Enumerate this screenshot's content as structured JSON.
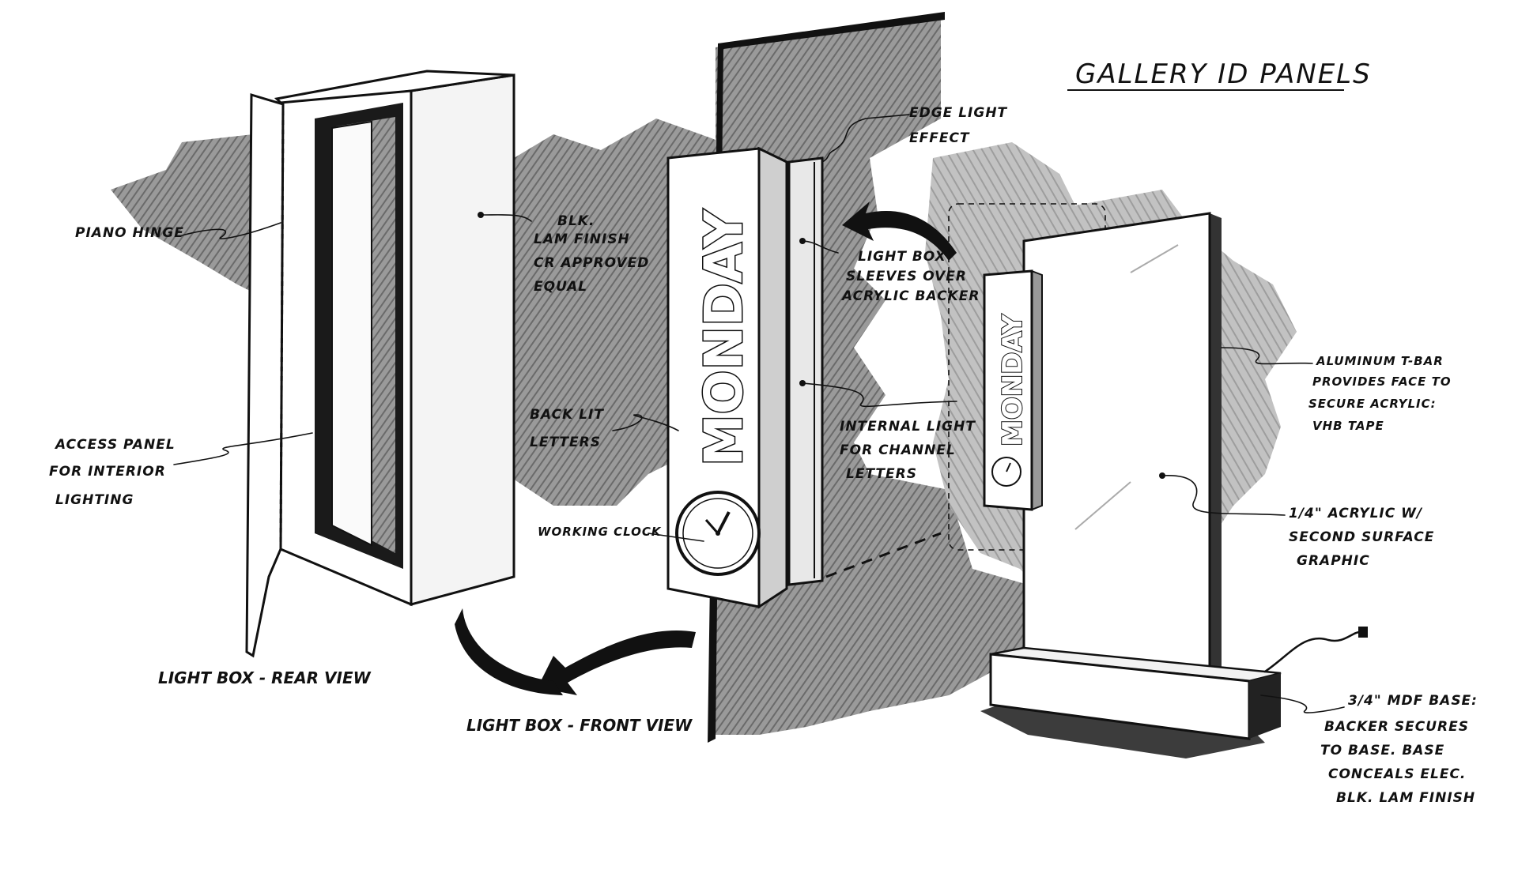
{
  "title": "GALLERY ID PANELS",
  "sign_text": "MONDAY",
  "colors": {
    "ink": "#111111",
    "marker_dark": "#5a5a5a",
    "marker_mid": "#8c8c8c",
    "marker_light": "#b8b8b8",
    "paper": "#ffffff"
  },
  "views": {
    "rear": "LIGHT BOX - REAR VIEW",
    "front": "LIGHT BOX - FRONT VIEW"
  },
  "notes": {
    "piano_hinge": "PIANO HINGE",
    "blk_lam": [
      "BLK.",
      "LAM FINISH",
      "CR APPROVED",
      "EQUAL"
    ],
    "access_panel": [
      "ACCESS PANEL",
      "FOR INTERIOR",
      "LIGHTING"
    ],
    "edge_light": [
      "EDGE LIGHT",
      "EFFECT"
    ],
    "light_box_sleeves": [
      "LIGHT BOX",
      "SLEEVES OVER",
      "ACRYLIC BACKER"
    ],
    "back_lit": [
      "BACK LIT",
      "LETTERS"
    ],
    "internal_light": [
      "INTERNAL LIGHT",
      "FOR CHANNEL",
      "LETTERS"
    ],
    "working_clock": "WORKING CLOCK",
    "aluminum_tbar": [
      "ALUMINUM T-BAR",
      "PROVIDES FACE TO",
      "SECURE ACRYLIC:",
      "VHB TAPE"
    ],
    "acrylic": [
      "1/4\" ACRYLIC W/",
      "SECOND SURFACE",
      "GRAPHIC"
    ],
    "mdf_base": [
      "3/4\" MDF BASE:",
      "BACKER SECURES",
      "TO BASE. BASE",
      "CONCEALS ELEC.",
      "BLK. LAM FINISH"
    ]
  }
}
